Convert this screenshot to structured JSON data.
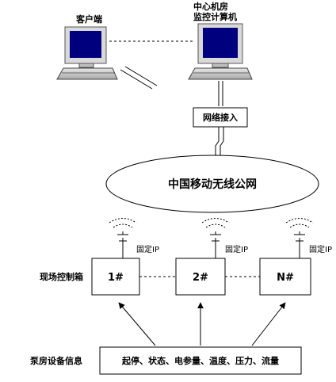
{
  "labels": {
    "client": "客户端",
    "center_line1": "中心机房",
    "center_line2": "监控计算机",
    "network_access": "网络接入",
    "cloud": "中国移动无线公网",
    "fixed_ip": "固定IP",
    "field_box": "现场控制箱",
    "pump_info": "泵房设备信息",
    "signals": "起停、状态、电参量、温度、压力、流量"
  },
  "stations": [
    {
      "name": "1#"
    },
    {
      "name": "2#"
    },
    {
      "name": "N#"
    }
  ],
  "colors": {
    "monitor_frame": "#d9d9d9",
    "screen": "#00007f",
    "line": "#000000",
    "background": "#ffffff"
  }
}
